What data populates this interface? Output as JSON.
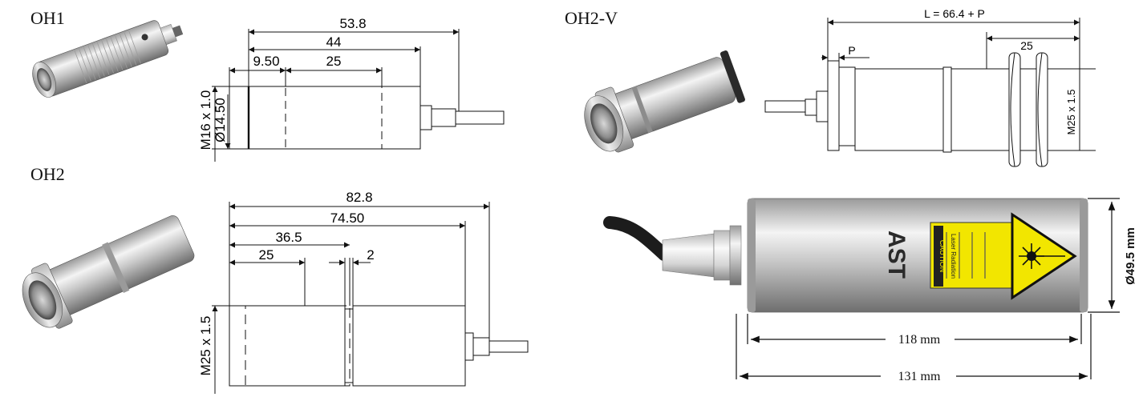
{
  "oh1": {
    "label": "OH1",
    "dims": {
      "overall": "53.8",
      "body": "44",
      "flange": "9.50",
      "window": "25",
      "thread": "M16 x 1.0",
      "diameter": "Ø14.50"
    }
  },
  "oh2": {
    "label": "OH2",
    "dims": {
      "overall": "82.8",
      "body": "74.50",
      "front": "36.5",
      "window": "25",
      "gap": "2",
      "thread": "M25 x 1.5"
    }
  },
  "oh2v": {
    "label": "OH2-V",
    "dims": {
      "length": "L = 66.4 + P",
      "p": "P",
      "window": "25",
      "thread": "M25 x 1.5"
    }
  },
  "laser": {
    "brand": "AST",
    "warning": "CAUTION",
    "warning_sub": "Laser Radiation",
    "diameter": "Ø49.5 mm",
    "len_inner": "118 mm",
    "len_outer": "131 mm"
  },
  "colors": {
    "line": "#111111",
    "metal_light": "#e8e8e8",
    "metal_dark": "#7a7a7a",
    "warning_yellow": "#f2e600"
  }
}
